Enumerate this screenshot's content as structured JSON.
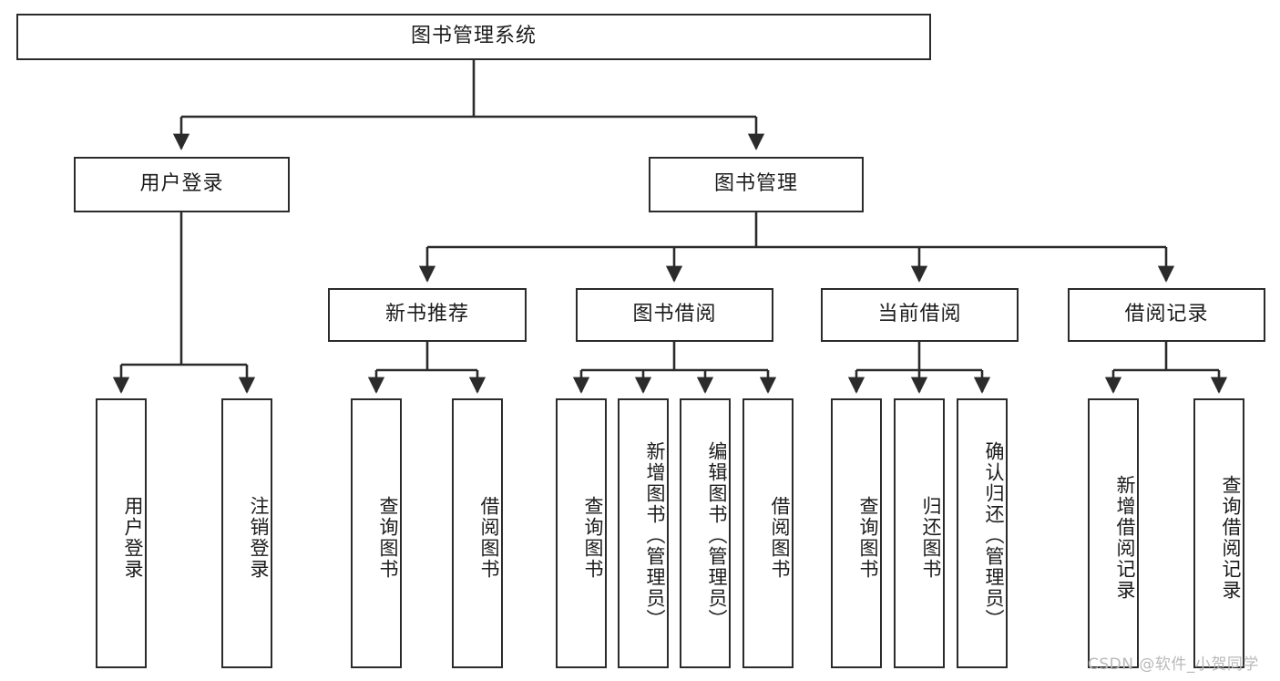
{
  "diagram": {
    "title": "图书管理系统",
    "type": "hierarchy-tree",
    "watermark": "CSDN @软件_小贺同学",
    "accent_color": "#2b2b2b",
    "background_color": "#ffffff"
  },
  "nodes": {
    "root": {
      "label": "图书管理系统"
    },
    "level1": [
      {
        "label": "用户登录"
      },
      {
        "label": "图书管理"
      }
    ],
    "level2": [
      {
        "label": "新书推荐"
      },
      {
        "label": "图书借阅"
      },
      {
        "label": "当前借阅"
      },
      {
        "label": "借阅记录"
      }
    ],
    "leaves": {
      "user_login": [
        {
          "label": "用户登录"
        },
        {
          "label": "注销登录"
        }
      ],
      "new_book_recommend": [
        {
          "label": "查询图书"
        },
        {
          "label": "借阅图书"
        }
      ],
      "book_borrow": [
        {
          "label": "查询图书"
        },
        {
          "label": "新增图书（管理员）"
        },
        {
          "label": "编辑图书（管理员）"
        },
        {
          "label": "借阅图书"
        }
      ],
      "current_borrow": [
        {
          "label": "查询图书"
        },
        {
          "label": "归还图书"
        },
        {
          "label": "确认归还（管理员）"
        }
      ],
      "borrow_record": [
        {
          "label": "新增借阅记录"
        },
        {
          "label": "查询借阅记录"
        }
      ]
    }
  }
}
